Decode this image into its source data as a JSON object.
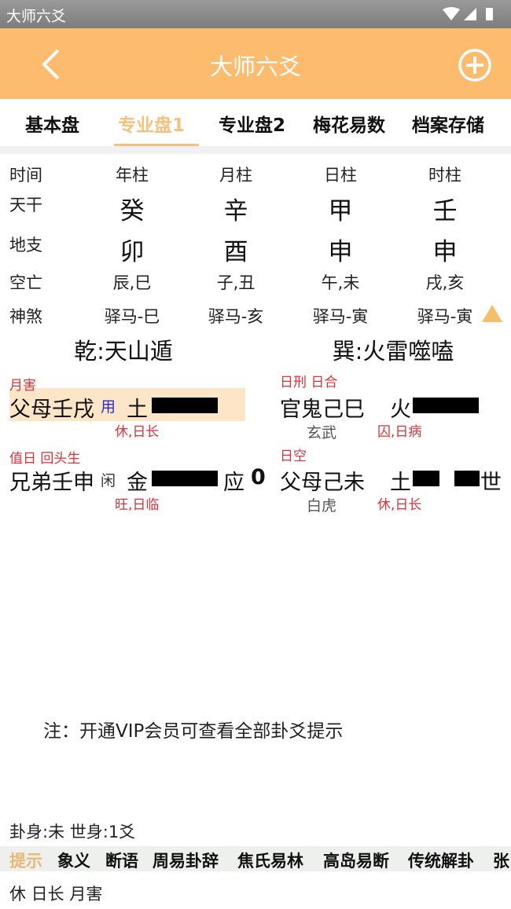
{
  "status": {
    "app_name": "大师六爻"
  },
  "header": {
    "title": "大师六爻",
    "back_icon": "chevron-left-icon",
    "add_icon": "plus-circle-icon"
  },
  "tabs": [
    "基本盘",
    "专业盘1",
    "专业盘2",
    "梅花易数",
    "档案存储"
  ],
  "active_tab": 1,
  "accent": "#FDBB6D",
  "pillars": {
    "labels": [
      "时间",
      "天干",
      "地支",
      "空亡",
      "神煞"
    ],
    "columns": [
      {
        "name": "年柱",
        "gan": "癸",
        "zhi": "卯",
        "kong": "辰,巳",
        "sha": "驿马-巳"
      },
      {
        "name": "月柱",
        "gan": "辛",
        "zhi": "酉",
        "kong": "子,丑",
        "sha": "驿马-亥"
      },
      {
        "name": "日柱",
        "gan": "甲",
        "zhi": "申",
        "kong": "午,未",
        "sha": "驿马-寅"
      },
      {
        "name": "时柱",
        "gan": "壬",
        "zhi": "申",
        "kong": "戌,亥",
        "sha": "驿马-寅"
      }
    ]
  },
  "gua": {
    "main": "乾:天山遁",
    "changed": "巽:火雷噬嗑"
  },
  "lines": {
    "l1": {
      "tag": "月害",
      "name": "父母壬戌",
      "yong": "用",
      "wx": "土",
      "state": "休,日长"
    },
    "r1": {
      "tag": "日刑 日合",
      "name": "官鬼己巳",
      "wx": "火",
      "shen": "玄武",
      "state": "囚,日病"
    },
    "l2": {
      "tag": "值日 回头生",
      "name": "兄弟壬申",
      "xian": "闲",
      "wx": "金",
      "ying": "应",
      "mark": "0",
      "state": "旺,日临"
    },
    "r2": {
      "tag": "日空",
      "name": "父母己未",
      "wx": "土",
      "shi": "世",
      "shen": "白虎",
      "state": "休,日长"
    }
  },
  "note": "注：开通VIP会员可查看全部卦爻提示",
  "gua_shen": "卦身:未 世身:1爻",
  "bottom_tabs": [
    "提示",
    "象义",
    "断语",
    "周易卦辞",
    "焦氏易林",
    "高岛易断",
    "传统解卦",
    "张"
  ],
  "hint": "休 日长 月害"
}
